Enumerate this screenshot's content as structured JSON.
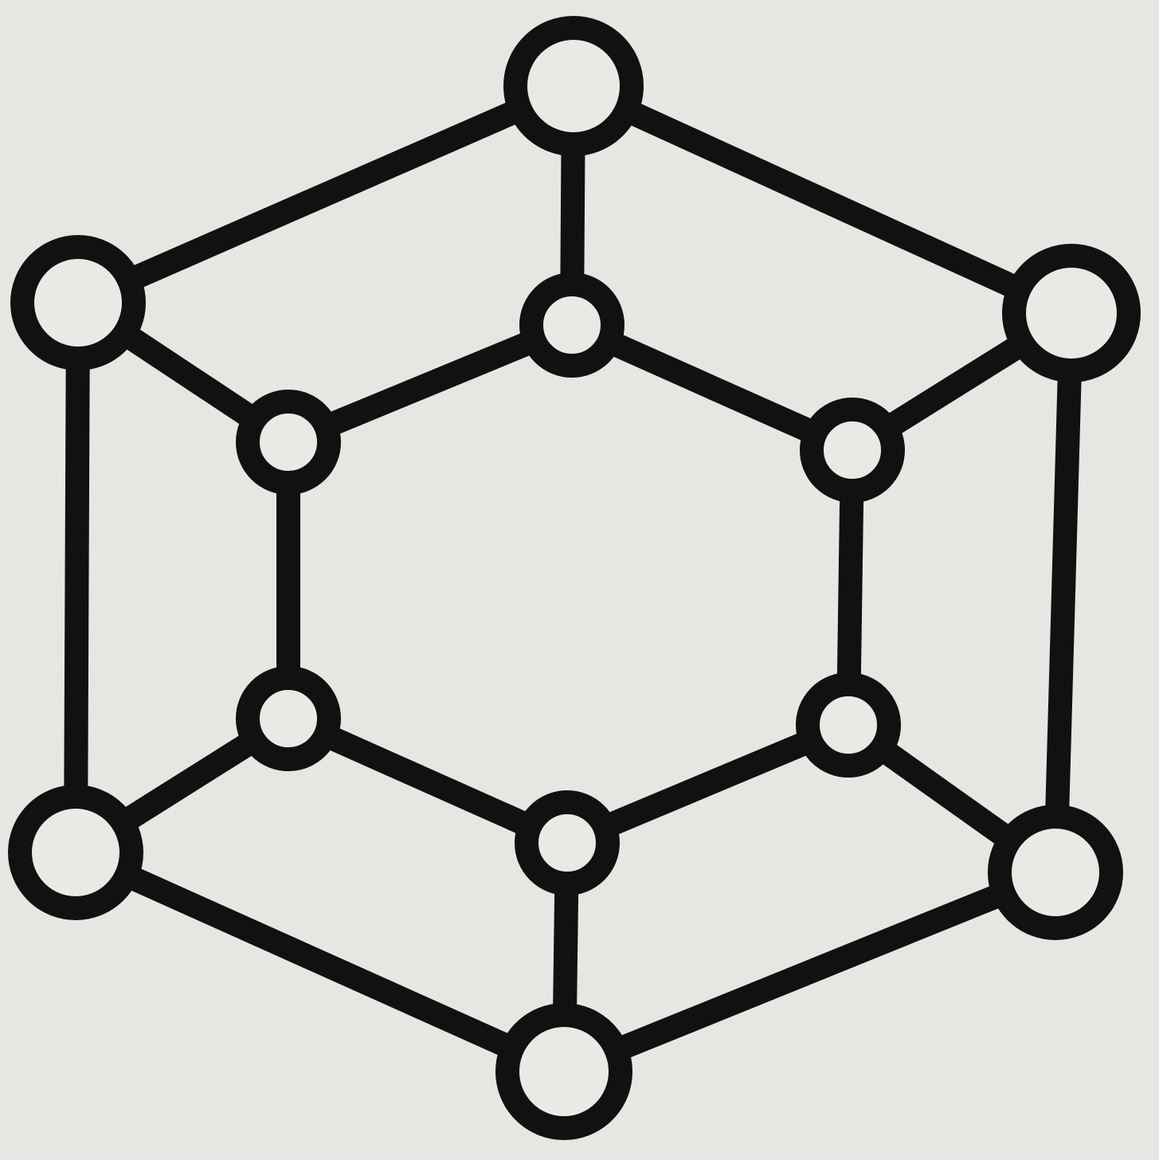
{
  "diagram": {
    "kind": "undirected-graph",
    "node_shape": "hollow-circle",
    "colors": {
      "background": "#e6e6e3",
      "stroke": "#111111",
      "node_fill": "#e9e9e6"
    },
    "nodes": [
      {
        "id": "outer-top",
        "ring": "outer",
        "size": "large"
      },
      {
        "id": "outer-upper-left",
        "ring": "outer",
        "size": "large"
      },
      {
        "id": "outer-upper-right",
        "ring": "outer",
        "size": "large"
      },
      {
        "id": "outer-lower-left",
        "ring": "outer",
        "size": "large"
      },
      {
        "id": "outer-lower-right",
        "ring": "outer",
        "size": "large"
      },
      {
        "id": "outer-bottom",
        "ring": "outer",
        "size": "large"
      },
      {
        "id": "inner-top",
        "ring": "inner",
        "size": "small"
      },
      {
        "id": "inner-upper-left",
        "ring": "inner",
        "size": "small"
      },
      {
        "id": "inner-upper-right",
        "ring": "inner",
        "size": "small"
      },
      {
        "id": "inner-lower-left",
        "ring": "inner",
        "size": "small"
      },
      {
        "id": "inner-lower-right",
        "ring": "inner",
        "size": "small"
      },
      {
        "id": "inner-bottom",
        "ring": "inner",
        "size": "small"
      }
    ],
    "edges": [
      [
        "outer-top",
        "outer-upper-left"
      ],
      [
        "outer-top",
        "outer-upper-right"
      ],
      [
        "outer-upper-left",
        "outer-lower-left"
      ],
      [
        "outer-upper-right",
        "outer-lower-right"
      ],
      [
        "outer-lower-left",
        "outer-bottom"
      ],
      [
        "outer-lower-right",
        "outer-bottom"
      ],
      [
        "inner-top",
        "inner-upper-left"
      ],
      [
        "inner-top",
        "inner-upper-right"
      ],
      [
        "inner-upper-left",
        "inner-lower-left"
      ],
      [
        "inner-upper-right",
        "inner-lower-right"
      ],
      [
        "inner-lower-left",
        "inner-bottom"
      ],
      [
        "inner-lower-right",
        "inner-bottom"
      ],
      [
        "outer-top",
        "inner-top"
      ],
      [
        "outer-upper-left",
        "inner-upper-left"
      ],
      [
        "outer-upper-right",
        "inner-upper-right"
      ],
      [
        "outer-lower-left",
        "inner-lower-left"
      ],
      [
        "outer-lower-right",
        "inner-lower-right"
      ],
      [
        "outer-bottom",
        "inner-bottom"
      ]
    ]
  }
}
